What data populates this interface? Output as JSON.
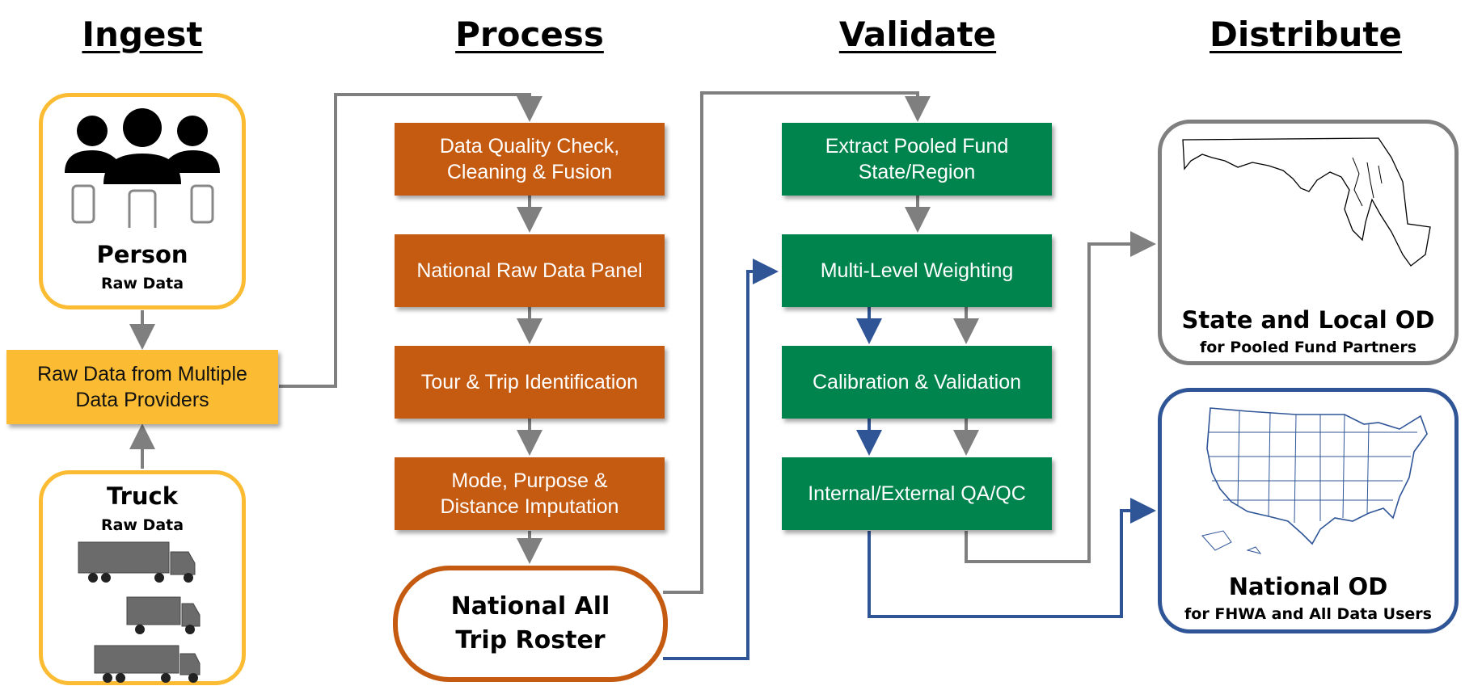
{
  "columns": {
    "ingest": "Ingest",
    "process": "Process",
    "validate": "Validate",
    "distribute": "Distribute"
  },
  "ingest": {
    "person": {
      "title": "Person",
      "subtitle": "Raw Data",
      "icon": "people-with-phones-icon"
    },
    "truck": {
      "title": "Truck",
      "subtitle": "Raw Data",
      "icon": "trucks-icon"
    },
    "raw_data": {
      "line1": "Raw Data from Multiple",
      "line2": "Data Providers"
    }
  },
  "process": {
    "step1": {
      "line1": "Data Quality Check,",
      "line2": "Cleaning & Fusion"
    },
    "step2": {
      "line1": "National Raw Data Panel"
    },
    "step3": {
      "line1": "Tour & Trip Identification"
    },
    "step4": {
      "line1": "Mode, Purpose &",
      "line2": "Distance Imputation"
    },
    "roster": {
      "line1": "National All",
      "line2": "Trip Roster"
    }
  },
  "validate": {
    "step1": {
      "line1": "Extract Pooled Fund",
      "line2": "State/Region"
    },
    "step2": {
      "line1": "Multi-Level Weighting"
    },
    "step3": {
      "line1": "Calibration & Validation"
    },
    "step4": {
      "line1": "Internal/External QA/QC"
    }
  },
  "distribute": {
    "state": {
      "title": "State and Local OD",
      "subtitle": "for Pooled Fund Partners",
      "icon": "maryland-map-icon"
    },
    "national": {
      "title": "National OD",
      "subtitle": "for FHWA and All Data Users",
      "icon": "us-map-icon"
    }
  },
  "colors": {
    "process": "#c55a11",
    "validate": "#00844e",
    "ingest": "#fbbc34",
    "gray_arrow": "#7f7f7f",
    "blue_arrow": "#2f5597"
  }
}
